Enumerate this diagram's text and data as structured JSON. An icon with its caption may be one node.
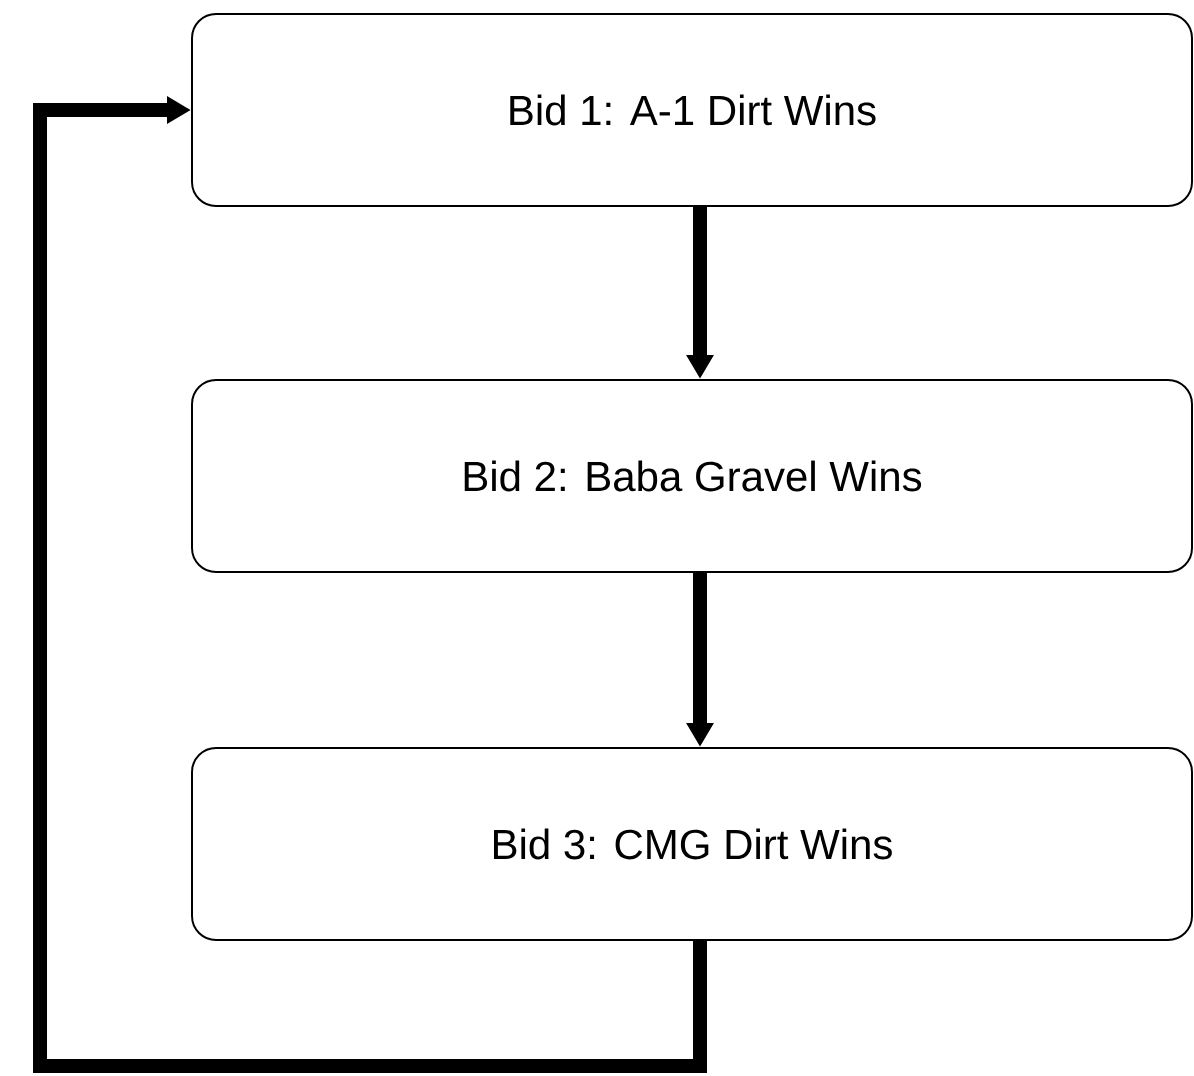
{
  "diagram": {
    "nodes": [
      {
        "text": [
          "Bid 1: A-1 Dirt Wins"
        ]
      },
      {
        "text": [
          "Bid 2: Baba Gravel Wins"
        ]
      },
      {
        "text": [
          "Bid 3: CMG Dirt Wins"
        ]
      }
    ],
    "edges": [
      {
        "from": 0,
        "to": 1,
        "arrow": "to"
      },
      {
        "from": 1,
        "to": 2,
        "arrow": "to"
      },
      {
        "from": 2,
        "to": 0,
        "arrow": "to"
      }
    ]
  }
}
